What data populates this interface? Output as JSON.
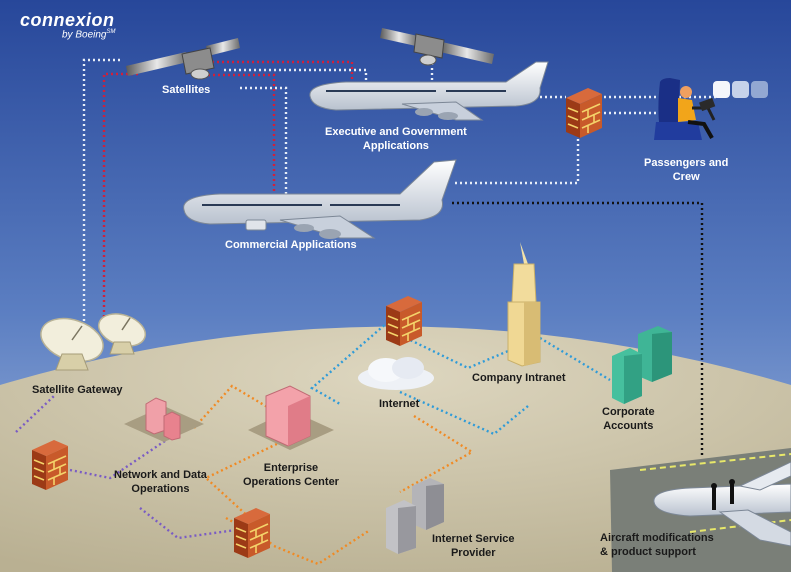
{
  "logo": {
    "name": "connexion",
    "by": "by Boeing",
    "mark": "SM"
  },
  "labels": {
    "satellites": "Satellites",
    "executive_line1": "Executive and Government",
    "executive_line2": "Applications",
    "passengers_line1": "Passengers and",
    "passengers_line2": "Crew",
    "commercial": "Commercial Applications",
    "satellite_gateway": "Satellite Gateway",
    "company_intranet": "Company Intranet",
    "internet": "Internet",
    "corporate_line1": "Corporate",
    "corporate_line2": "Accounts",
    "network_line1": "Network and Data",
    "network_line2": "Operations",
    "enterprise_line1": "Enterprise",
    "enterprise_line2": "Operations Center",
    "isp_line1": "Internet Service",
    "isp_line2": "Provider",
    "aircraft_line1": "Aircraft modifications",
    "aircraft_line2": "& product support"
  },
  "colors": {
    "sky_top": "#2a4a96",
    "sky_bottom": "#8ea9d6",
    "ground": "#cdc4a8",
    "link_red": "#d0203a",
    "link_white": "#e8eef8",
    "link_blue": "#2f9bd8",
    "link_orange": "#f08a24",
    "link_purple": "#7a5cc4",
    "link_black": "#111111",
    "firewall": "#b5461c"
  },
  "icons": {
    "satellite": "satellite-icon",
    "jumbo_jet": "jumbo-jet-icon",
    "firewall": "firewall-icon",
    "passenger": "passenger-icon",
    "dish": "satellite-dish-icon",
    "cloud": "cloud-icon",
    "tower": "office-tower-icon",
    "server": "server-block-icon"
  }
}
